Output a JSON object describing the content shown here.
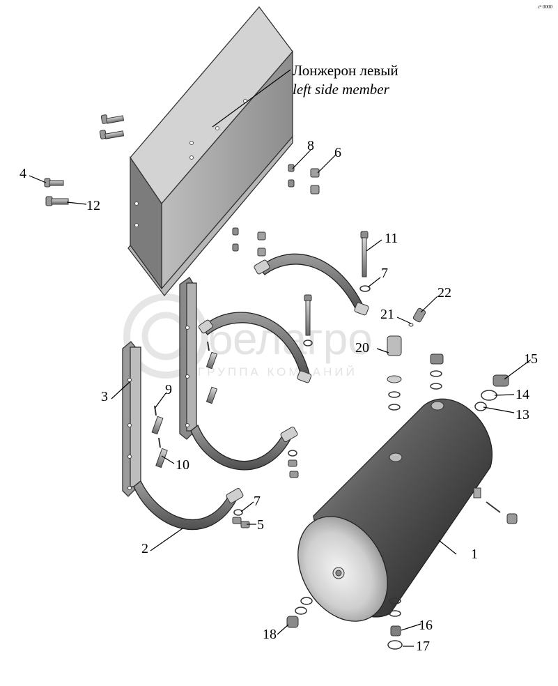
{
  "caption": {
    "ru": "Лонжерон левый",
    "en": "left side member"
  },
  "watermark": {
    "brand": "белагро",
    "subtitle": "ГРУППА КОМПАНИЙ"
  },
  "corner_mark": "c² 0000",
  "labels": {
    "p1": "1",
    "p2": "2",
    "p3": "3",
    "p4": "4",
    "p5": "5",
    "p6": "6",
    "p7a": "7",
    "p7b": "7",
    "p8": "8",
    "p9": "9",
    "p10": "10",
    "p11": "11",
    "p12": "12",
    "p13": "13",
    "p14": "14",
    "p15": "15",
    "p16": "16",
    "p17": "17",
    "p18": "18",
    "p20": "20",
    "p21": "21",
    "p22": "22"
  },
  "colors": {
    "metal_dark": "#6f6f6f",
    "metal_mid": "#a9a9a9",
    "metal_light": "#e0e0e0",
    "line": "#000000"
  }
}
